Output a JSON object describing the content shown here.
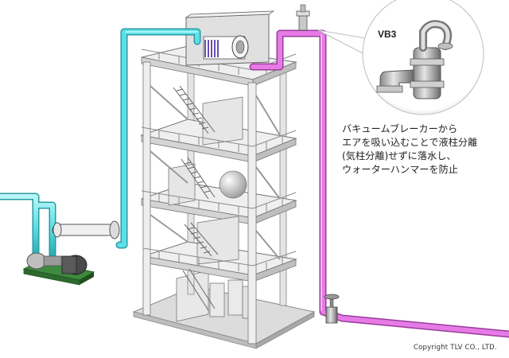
{
  "callout": {
    "model_label": "VB3",
    "description_lines": [
      "バキュームブレーカーから",
      "エアを吸い込むことで液柱分離",
      "(気柱分離)せずに落水し、",
      "ウォーターハンマーを防止"
    ]
  },
  "copyright": "Copyright TLV CO., LTD.",
  "colors": {
    "supply_pipe": "#5ce0e6",
    "return_pipe": "#e67ae6",
    "structure": "#d9d9d9",
    "structure_edge": "#777777"
  },
  "icons": {
    "vacuum_breaker": "vacuum-breaker-icon",
    "pump": "pump-icon",
    "gate_valve": "valve-icon"
  }
}
